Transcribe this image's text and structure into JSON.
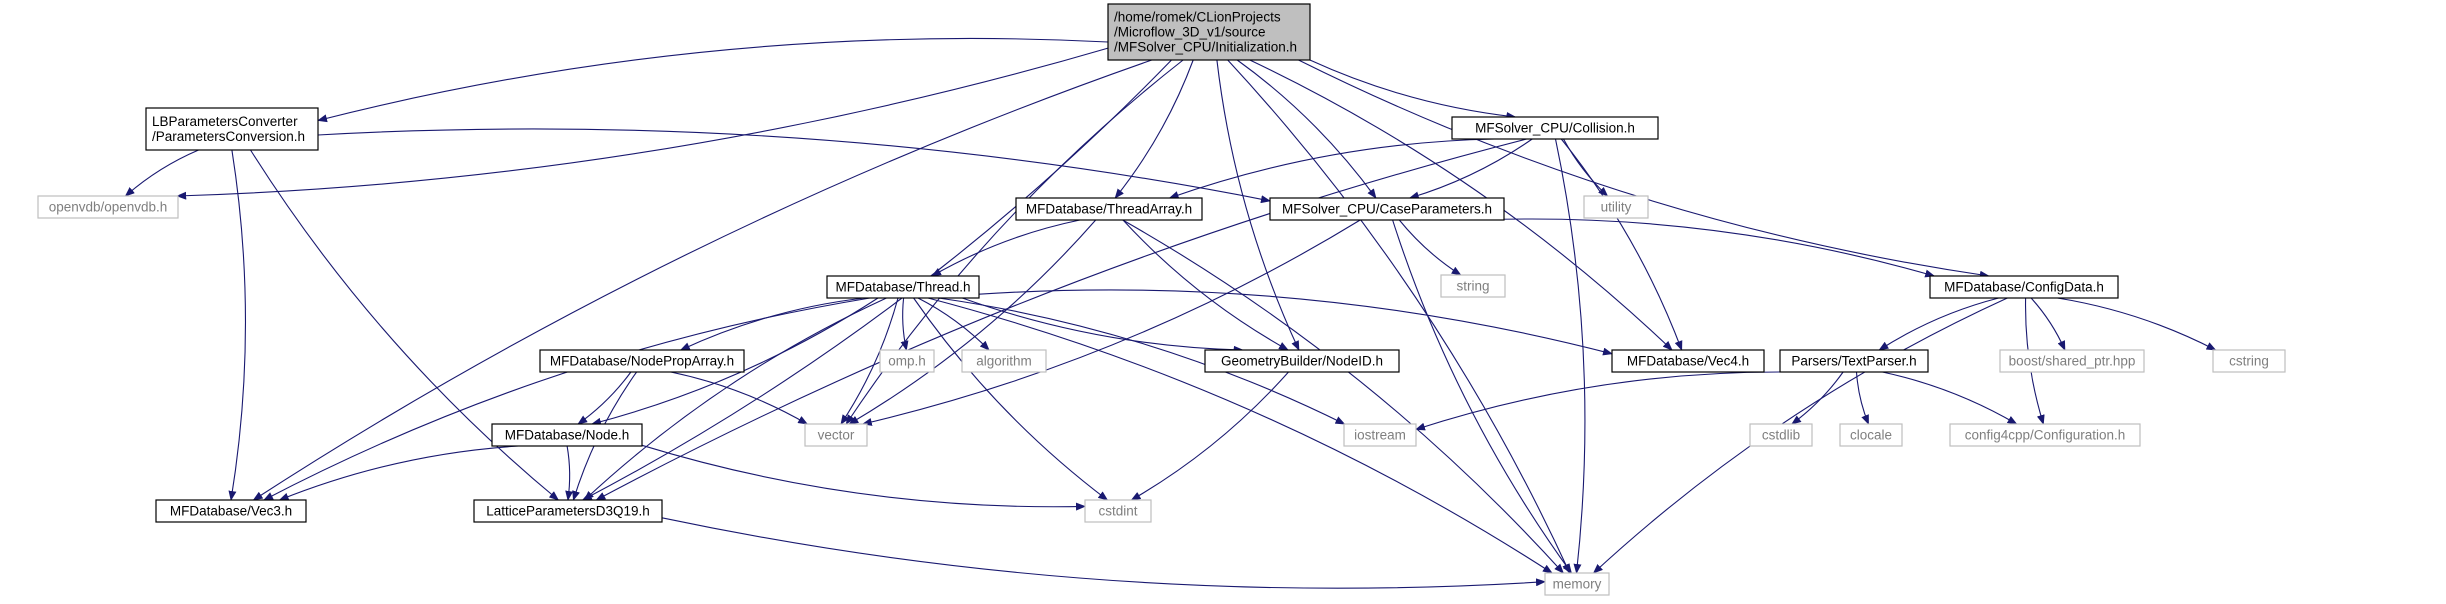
{
  "colors": {
    "edge": "#191970",
    "root_fill": "#bfbfbf",
    "root_stroke": "#000000",
    "project_stroke": "#000000",
    "project_text": "#000000",
    "system_stroke": "#bfbfbf",
    "system_text": "#7f7f7f",
    "background": "#ffffff"
  },
  "nodes": [
    {
      "id": "init",
      "kind": "root",
      "lines": [
        "/home/romek/CLionProjects",
        "/Microflow_3D_v1/source",
        "/MFSolver_CPU/Initialization.h"
      ]
    },
    {
      "id": "lbconv",
      "kind": "project",
      "lines": [
        "LBParametersConverter",
        "/ParametersConversion.h"
      ]
    },
    {
      "id": "collision",
      "kind": "project",
      "lines": [
        "MFSolver_CPU/Collision.h"
      ]
    },
    {
      "id": "openvdb",
      "kind": "system",
      "lines": [
        "openvdb/openvdb.h"
      ]
    },
    {
      "id": "threadarray",
      "kind": "project",
      "lines": [
        "MFDatabase/ThreadArray.h"
      ]
    },
    {
      "id": "caseparams",
      "kind": "project",
      "lines": [
        "MFSolver_CPU/CaseParameters.h"
      ]
    },
    {
      "id": "utility",
      "kind": "system",
      "lines": [
        "utility"
      ]
    },
    {
      "id": "thread",
      "kind": "project",
      "lines": [
        "MFDatabase/Thread.h"
      ]
    },
    {
      "id": "string",
      "kind": "system",
      "lines": [
        "string"
      ]
    },
    {
      "id": "configdata",
      "kind": "project",
      "lines": [
        "MFDatabase/ConfigData.h"
      ]
    },
    {
      "id": "nodeproparray",
      "kind": "project",
      "lines": [
        "MFDatabase/NodePropArray.h"
      ]
    },
    {
      "id": "omp",
      "kind": "system",
      "lines": [
        "omp.h"
      ]
    },
    {
      "id": "algorithm",
      "kind": "system",
      "lines": [
        "algorithm"
      ]
    },
    {
      "id": "geomnodeid",
      "kind": "project",
      "lines": [
        "GeometryBuilder/NodeID.h"
      ]
    },
    {
      "id": "vec4",
      "kind": "project",
      "lines": [
        "MFDatabase/Vec4.h"
      ]
    },
    {
      "id": "textparser",
      "kind": "project",
      "lines": [
        "Parsers/TextParser.h"
      ]
    },
    {
      "id": "boostshared",
      "kind": "system",
      "lines": [
        "boost/shared_ptr.hpp"
      ]
    },
    {
      "id": "cstring",
      "kind": "system",
      "lines": [
        "cstring"
      ]
    },
    {
      "id": "node",
      "kind": "project",
      "lines": [
        "MFDatabase/Node.h"
      ]
    },
    {
      "id": "vector",
      "kind": "system",
      "lines": [
        "vector"
      ]
    },
    {
      "id": "iostream",
      "kind": "system",
      "lines": [
        "iostream"
      ]
    },
    {
      "id": "cstdlib",
      "kind": "system",
      "lines": [
        "cstdlib"
      ]
    },
    {
      "id": "clocale",
      "kind": "system",
      "lines": [
        "clocale"
      ]
    },
    {
      "id": "config4cpp",
      "kind": "system",
      "lines": [
        "config4cpp/Configuration.h"
      ]
    },
    {
      "id": "vec3",
      "kind": "project",
      "lines": [
        "MFDatabase/Vec3.h"
      ]
    },
    {
      "id": "lattice",
      "kind": "project",
      "lines": [
        "LatticeParametersD3Q19.h"
      ]
    },
    {
      "id": "cstdint",
      "kind": "system",
      "lines": [
        "cstdint"
      ]
    },
    {
      "id": "memory",
      "kind": "system",
      "lines": [
        "memory"
      ]
    }
  ],
  "edges": [
    [
      "init",
      "lbconv"
    ],
    [
      "init",
      "openvdb"
    ],
    [
      "init",
      "vec3"
    ],
    [
      "init",
      "lattice"
    ],
    [
      "init",
      "vector"
    ],
    [
      "init",
      "threadarray"
    ],
    [
      "init",
      "geomnodeid"
    ],
    [
      "init",
      "caseparams"
    ],
    [
      "init",
      "collision"
    ],
    [
      "init",
      "vec4"
    ],
    [
      "init",
      "configdata"
    ],
    [
      "init",
      "memory"
    ],
    [
      "lbconv",
      "openvdb"
    ],
    [
      "lbconv",
      "vec3"
    ],
    [
      "lbconv",
      "lattice"
    ],
    [
      "lbconv",
      "caseparams"
    ],
    [
      "collision",
      "threadarray"
    ],
    [
      "collision",
      "caseparams"
    ],
    [
      "collision",
      "utility"
    ],
    [
      "collision",
      "vec4"
    ],
    [
      "collision",
      "lattice"
    ],
    [
      "collision",
      "memory"
    ],
    [
      "threadarray",
      "thread"
    ],
    [
      "threadarray",
      "vector"
    ],
    [
      "threadarray",
      "geomnodeid"
    ],
    [
      "threadarray",
      "memory"
    ],
    [
      "caseparams",
      "string"
    ],
    [
      "caseparams",
      "vector"
    ],
    [
      "caseparams",
      "memory"
    ],
    [
      "caseparams",
      "configdata"
    ],
    [
      "thread",
      "vec3"
    ],
    [
      "thread",
      "memory"
    ],
    [
      "thread",
      "lattice"
    ],
    [
      "thread",
      "node"
    ],
    [
      "thread",
      "nodeproparray"
    ],
    [
      "thread",
      "vector"
    ],
    [
      "thread",
      "omp"
    ],
    [
      "thread",
      "algorithm"
    ],
    [
      "thread",
      "cstdint"
    ],
    [
      "thread",
      "iostream"
    ],
    [
      "thread",
      "geomnodeid"
    ],
    [
      "thread",
      "vec4"
    ],
    [
      "configdata",
      "textparser"
    ],
    [
      "configdata",
      "boostshared"
    ],
    [
      "configdata",
      "config4cpp"
    ],
    [
      "configdata",
      "cstring"
    ],
    [
      "configdata",
      "memory"
    ],
    [
      "nodeproparray",
      "node"
    ],
    [
      "nodeproparray",
      "lattice"
    ],
    [
      "nodeproparray",
      "vector"
    ],
    [
      "node",
      "vec3"
    ],
    [
      "node",
      "lattice"
    ],
    [
      "node",
      "cstdint"
    ],
    [
      "geomnodeid",
      "cstdint"
    ],
    [
      "textparser",
      "iostream"
    ],
    [
      "textparser",
      "cstdlib"
    ],
    [
      "textparser",
      "clocale"
    ],
    [
      "textparser",
      "config4cpp"
    ],
    [
      "lattice",
      "memory"
    ]
  ]
}
